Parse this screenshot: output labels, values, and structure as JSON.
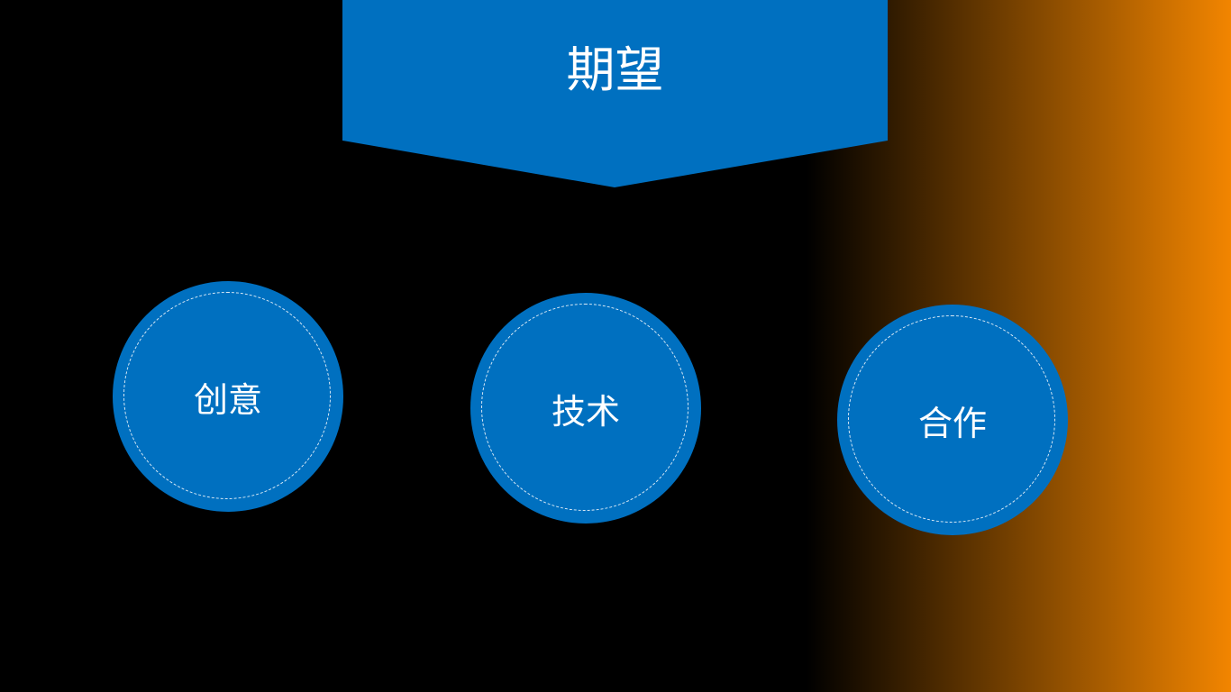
{
  "colors": {
    "background": "#000000",
    "accent_blue": "#0070c0",
    "gradient_start": "#000000",
    "gradient_end": "#f28500",
    "text": "#ffffff"
  },
  "banner": {
    "title": "期望"
  },
  "circles": [
    {
      "label": "创意"
    },
    {
      "label": "技术"
    },
    {
      "label": "合作"
    }
  ]
}
